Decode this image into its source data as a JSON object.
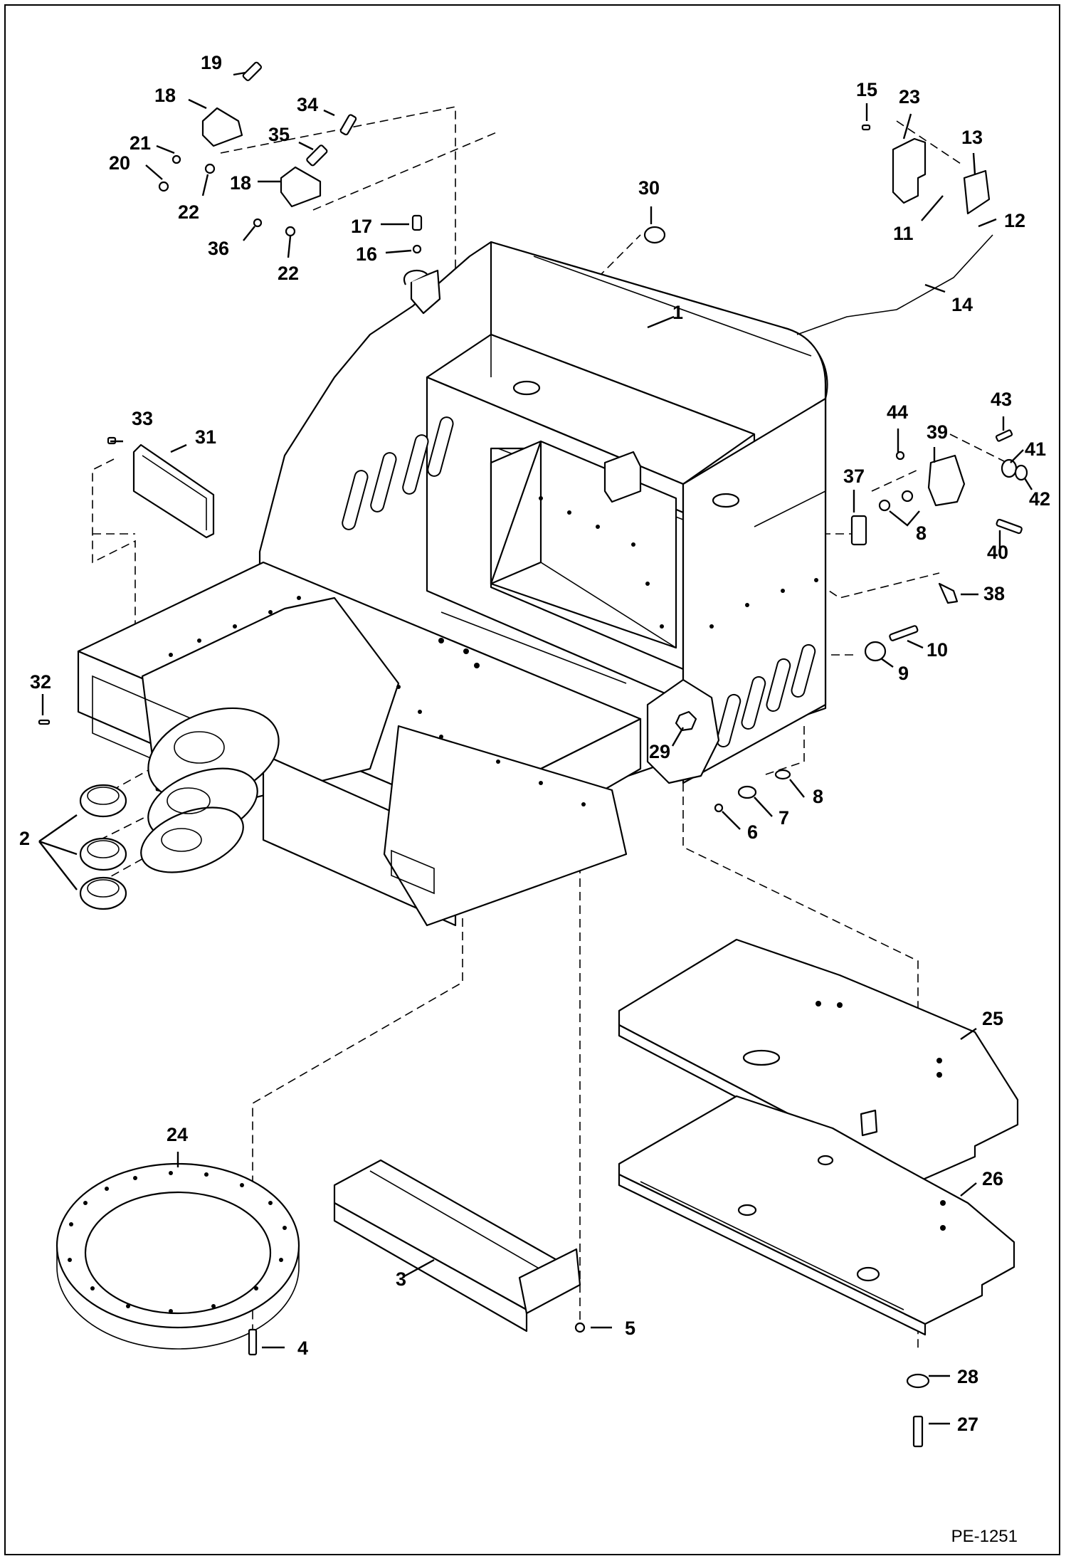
{
  "drawing_code": "PE-1251",
  "callouts": [
    "1",
    "2",
    "3",
    "4",
    "5",
    "6",
    "7",
    "8",
    "8",
    "9",
    "10",
    "11",
    "12",
    "13",
    "14",
    "15",
    "16",
    "17",
    "18",
    "18",
    "19",
    "20",
    "21",
    "22",
    "22",
    "23",
    "24",
    "25",
    "26",
    "27",
    "28",
    "29",
    "30",
    "31",
    "32",
    "33",
    "34",
    "35",
    "36",
    "37",
    "38",
    "39",
    "40",
    "41",
    "42",
    "43",
    "44"
  ]
}
